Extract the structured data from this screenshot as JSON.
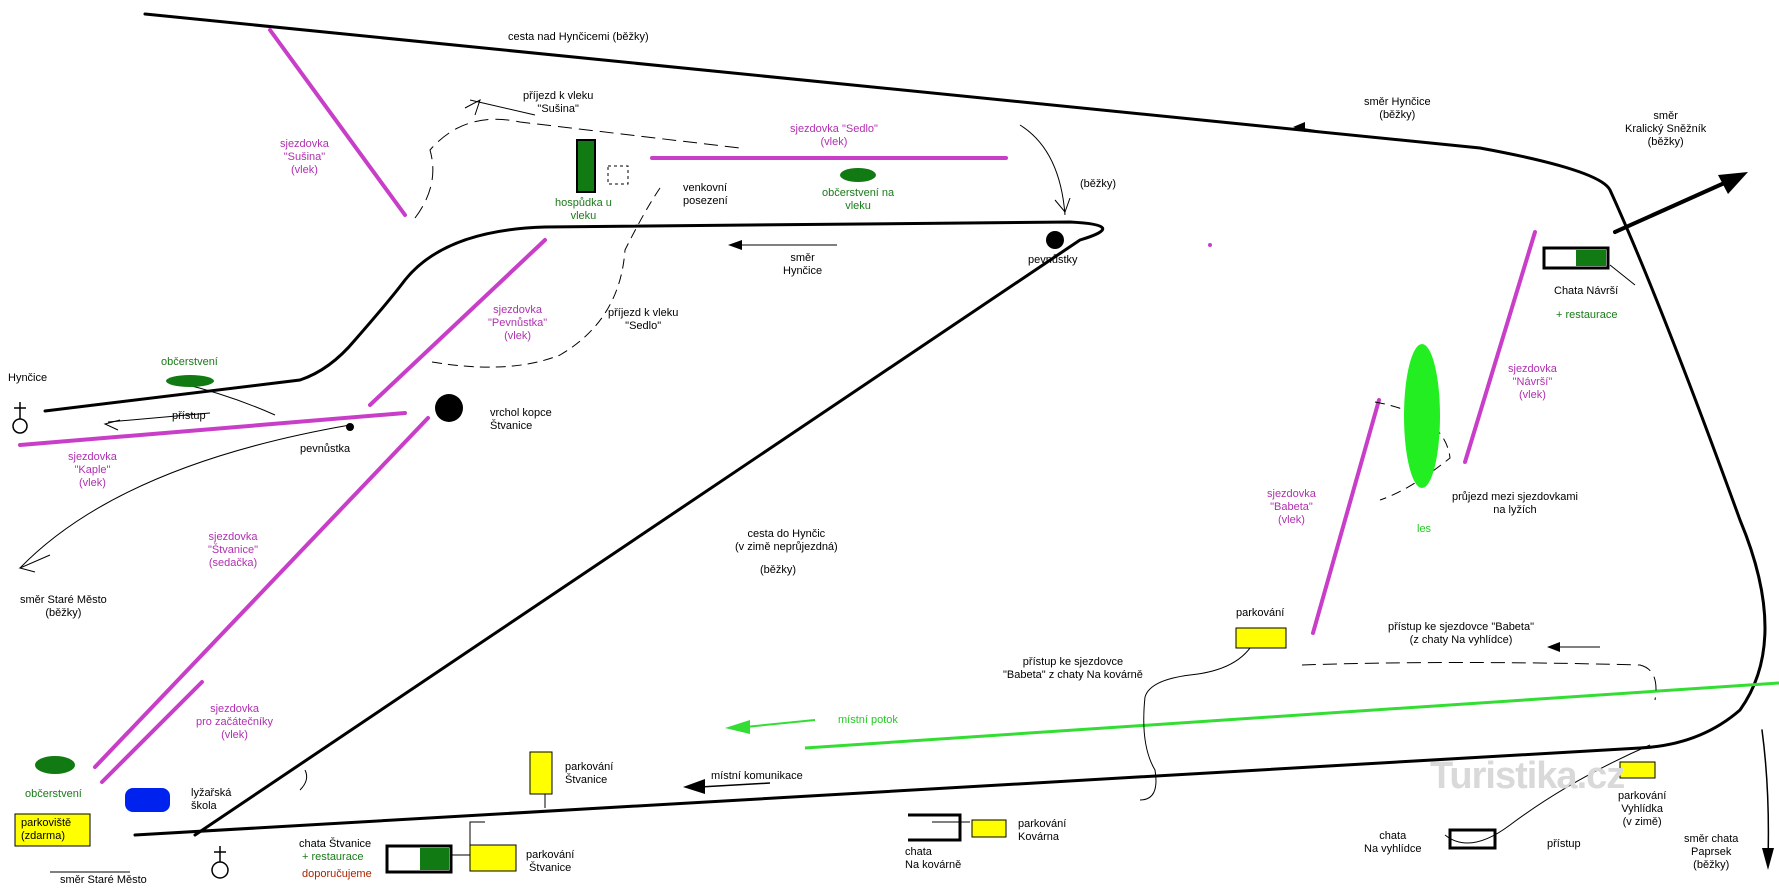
{
  "colors": {
    "slope": "#c83ec8",
    "road": "#000000",
    "stream": "#33dd33",
    "forest": "#22ee22",
    "kiosk": "#127a12",
    "parking": "#ffff00",
    "school": "#0022ee",
    "hut": "#127a12"
  },
  "labels": {
    "cesta_nad": "cesta nad Hynčicemi (běžky)",
    "prijezd_susina": "příjezd k vleku\n\"Sušina\"",
    "sjezdovka_susina": "sjezdovka\n\"Sušina\"\n(vlek)",
    "sjezdovka_sedlo": "sjezdovka \"Sedlo\"\n(vlek)",
    "hospudka": "hospůdka u\nvleku",
    "venkovni": "venkovní\nposezení",
    "obcerstveni_na_vleku": "občerstvení na\nvleku",
    "bezky_down": "(běžky)",
    "smer_hyncice_top": "směr Hynčice\n(běžky)",
    "smer_kralicky": "směr\nKralický Sněžník\n(běžky)",
    "smer_hyncice_mid": "směr\nHynčice",
    "pevnustky": "pevnůstky",
    "chata_navrsi": "Chata Návrší",
    "navrsi_restaurace": "+ restaurace",
    "sjezdovka_pevnustka": "sjezdovka\n\"Pevnůstka\"\n(vlek)",
    "prijezd_sedlo": "příjezd k vleku\n\"Sedlo\"",
    "obcerstveni_left": "občerstvení",
    "hyncice": "Hynčice",
    "pristup": "přístup",
    "vrchol": "vrchol kopce\nŠtvanice",
    "pevnustka": "pevnůstka",
    "sjezdovka_kaple": "sjezdovka\n\"Kaple\"\n(vlek)",
    "sjezdovka_navrsi": "sjezdovka\n\"Návrší\"\n(vlek)",
    "sjezdovka_babeta": "sjezdovka\n\"Babeta\"\n(vlek)",
    "les": "les",
    "prujezd": "průjezd mezi sjezdovkami\nna lyžích",
    "sjezdovka_stvanice": "sjezdovka\n\"Štvanice\"\n(sedačka)",
    "cesta_do_hyncic": "cesta do Hynčic\n(v zimě neprůjezdná)",
    "bezky_mid": "(běžky)",
    "smer_stare_mesto_bezky": "směr Staré Město\n(běžky)",
    "parkovani_top": "parkování",
    "pristup_babeta_right": "přístup ke sjezdovce \"Babeta\"\n(z chaty Na vyhlídce)",
    "pristup_babeta_left": "přístup ke sjezdovce\n\"Babeta\" z chaty Na kovárně",
    "sjezdovka_zacatecniky": "sjezdovka\npro začátečníky\n(vlek)",
    "mistni_potok": "místní potok",
    "parkovani_stvanice_top": "parkování\nŠtvanice",
    "mistni_komunikace": "místní komunikace",
    "obcerstveni_bottom": "občerstvení",
    "lyzarska_skola": "lyžařská\nškola",
    "parkoviste_zdarma": "parkoviště\n(zdarma)",
    "smer_stare_mesto_bottom": "směr Staré Město",
    "chata_stvanice": "chata Štvanice",
    "stvanice_restaurace": "+ restaurace",
    "doporucujeme": "doporučujeme",
    "parkovani_stvanice_bottom": "parkování\nŠtvanice",
    "chata_na_kovarne": "chata\nNa kovárně",
    "parkovani_kovarna": "parkování\nKovárna",
    "chata_na_vyhlidce": "chata\nNa vyhlídce",
    "pristup_bottom": "přístup",
    "parkovani_vyhlidka": "parkování\nVyhlídka\n(v zimě)",
    "smer_chata_paprsek": "směr chata\nPaprsek\n(běžky)",
    "watermark": "Turistika.cz"
  }
}
